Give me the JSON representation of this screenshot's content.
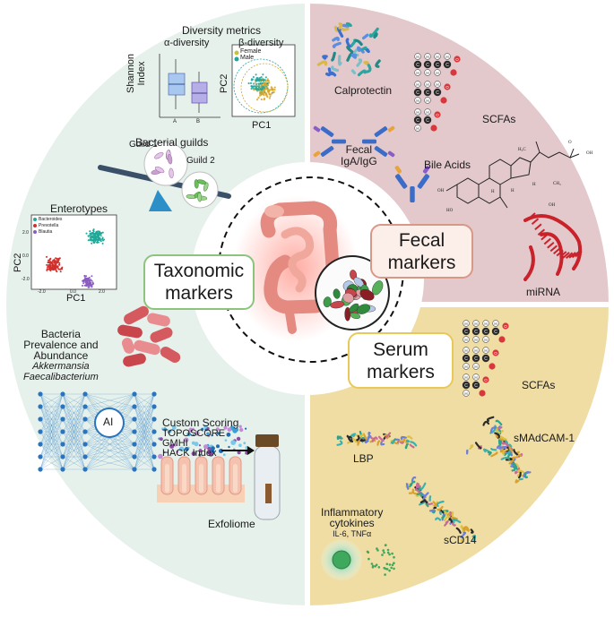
{
  "taxonomic": {
    "title_line1": "Taxonomic",
    "title_line2": "markers",
    "diversity": {
      "title": "Diversity metrics",
      "alpha": "α-diversity",
      "beta": "β-diversity",
      "shannon_line1": "Shannon",
      "shannon_line2": "Index",
      "alpha_ticks": [
        "A",
        "B"
      ],
      "pc1": "PC1",
      "pc2": "PC2",
      "legend_female": "Female",
      "legend_male": "Male"
    },
    "guilds": {
      "title": "Bacterial guilds",
      "guild1": "Guild 1",
      "guild2": "Guild 2"
    },
    "enterotypes": {
      "title": "Enterotypes",
      "legend": [
        "Bacteroides",
        "Prevotella",
        "Blautia"
      ],
      "pc1": "PC1",
      "pc2": "PC2",
      "xticks": [
        "-2.0",
        "0.0",
        "2.0"
      ],
      "yticks": [
        "2.0",
        "0.0",
        "-2.0"
      ]
    },
    "prevalence": {
      "line1": "Bacteria",
      "line2": "Prevalence and",
      "line3": "Abundance",
      "genus1": "Akkermansia",
      "genus2": "Faecalibacterium"
    },
    "scoring": {
      "ai": "AI",
      "title": "Custom Scoring",
      "items": [
        "TOPOSCORE",
        "GMHI",
        "HACK Index"
      ]
    },
    "exfoliome": "Exfoliome"
  },
  "fecal": {
    "title_line1": "Fecal",
    "title_line2": "markers",
    "calprotectin": "Calprotectin",
    "scfas": "SCFAs",
    "iga_line1": "Fecal",
    "iga_line2": "IgA/IgG",
    "bile_acids": "Bile Acids",
    "mirna": "miRNA",
    "ring_carbon": "C",
    "ring_hydrogen": "H",
    "ring_oxygen": "O",
    "bile_labels": [
      "H₃C",
      "CH₃",
      "OH",
      "HO",
      "H",
      "H",
      "H",
      "OH",
      "O",
      "OH"
    ]
  },
  "serum": {
    "title_line1": "Serum",
    "title_line2": "markers",
    "scfas": "SCFAs",
    "smadcam": "sMAdCAM-1",
    "lbp": "LBP",
    "scd14": "sCD14",
    "cytokines_line1": "Inflammatory",
    "cytokines_line2": "cytokines",
    "cytokines_detail": "IL-6, TNFα"
  },
  "colors": {
    "taxonomic_bg": "#e6f1ec",
    "fecal_bg": "#e3c8cc",
    "serum_bg": "#efdda3",
    "taxonomic_border": "#8cc47e",
    "fecal_border": "#d89888",
    "serum_border": "#e8c858",
    "gut": "#e58a80",
    "bacteroides": "#20a898",
    "prevotella": "#d0302c",
    "blautia": "#8a5cc0"
  }
}
